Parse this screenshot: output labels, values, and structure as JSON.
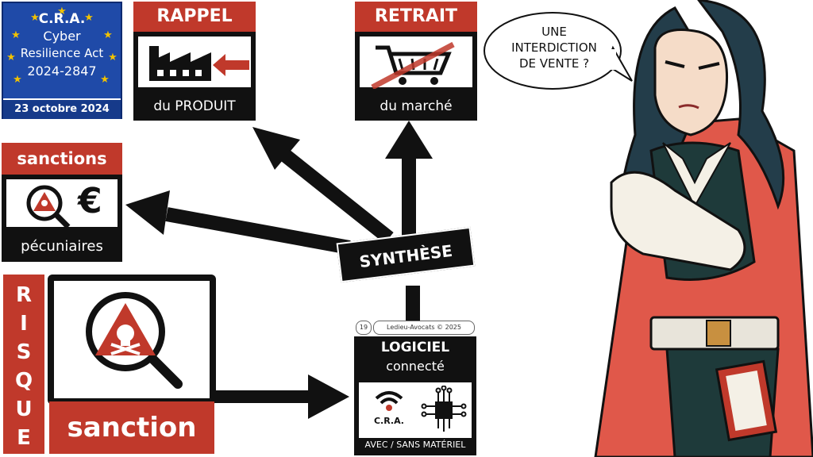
{
  "cra_badge": {
    "line1": "C.R.A.",
    "line2": "Cyber",
    "line3": "Resilience Act",
    "line4": "2024-2847",
    "date": "23 octobre 2024",
    "colors": {
      "eu_blue": "#1f4aa8",
      "star": "#f2c200"
    }
  },
  "rappel": {
    "title": "RAPPEL",
    "subtitle": "du PRODUIT",
    "icon": "factory-recall-icon"
  },
  "retrait": {
    "title": "RETRAIT",
    "subtitle": "du marché",
    "icon": "crossed-cart-icon"
  },
  "sanctions": {
    "title": "sanctions",
    "subtitle": "pécuniaires",
    "icon": "skull-euro-icon",
    "euro": "€"
  },
  "risque": {
    "letters": [
      "R",
      "I",
      "S",
      "Q",
      "U",
      "E"
    ],
    "badge": "sanction",
    "icon": "magnifier-skull-icon"
  },
  "synthese": {
    "label": "SYNTHÈSE"
  },
  "logiciel": {
    "title": "LOGICIEL",
    "subtitle": "connecté",
    "footer": "AVEC / SANS MATÉRIEL",
    "chip_label": "C.R.A.",
    "page_number": "19",
    "credit": "Ledieu-Avocats  ©  2025"
  },
  "speech": {
    "line1": "UNE",
    "line2": "INTERDICTION",
    "line3": "DE VENTE ?"
  },
  "colors": {
    "accent_red": "#c0392b",
    "black": "#111111",
    "cape_red": "#e0584a",
    "costume": "#1e3a3a"
  }
}
